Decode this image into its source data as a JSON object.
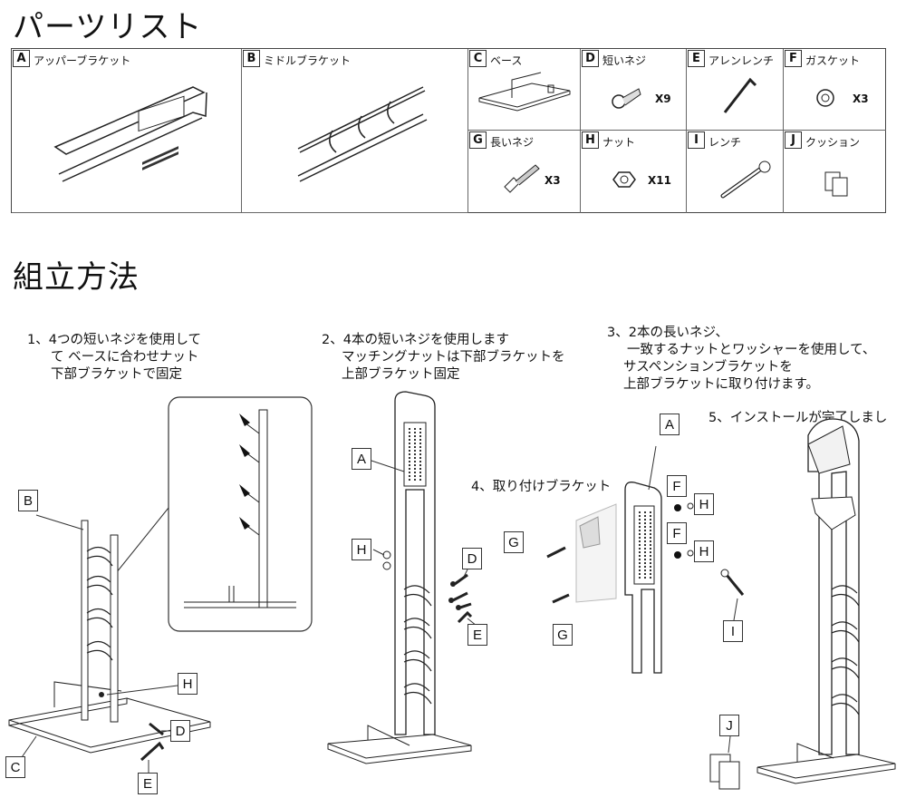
{
  "titles": {
    "parts_list": "パーツリスト",
    "assembly": "組立方法"
  },
  "parts": [
    {
      "code": "A",
      "name": "アッパーブラケット",
      "qty": ""
    },
    {
      "code": "B",
      "name": "ミドルブラケット",
      "qty": ""
    },
    {
      "code": "C",
      "name": "ベース",
      "qty": ""
    },
    {
      "code": "D",
      "name": "短いネジ",
      "qty": "X9"
    },
    {
      "code": "E",
      "name": "アレンレンチ",
      "qty": ""
    },
    {
      "code": "F",
      "name": "ガスケット",
      "qty": "X3"
    },
    {
      "code": "G",
      "name": "長いネジ",
      "qty": "X3"
    },
    {
      "code": "H",
      "name": "ナット",
      "qty": "X11"
    },
    {
      "code": "I",
      "name": "レンチ",
      "qty": ""
    },
    {
      "code": "J",
      "name": "クッション",
      "qty": ""
    }
  ],
  "steps": {
    "s1": [
      "1、4つの短いネジを使用して",
      "て ベースに合わせナット",
      "下部ブラケットで固定"
    ],
    "s2": [
      "2、4本の短いネジを使用します",
      "マッチングナットは下部ブラケットを",
      "上部ブラケット固定"
    ],
    "s3": [
      "3、2本の長いネジ、",
      "一致するナットとワッシャーを使用して、",
      "サスペンションブラケットを",
      "上部ブラケットに取り付けます。"
    ],
    "s4": [
      "4、取り付けブラケット"
    ],
    "s5": [
      "5、インストールが完了しまし"
    ]
  },
  "callouts": {
    "c1": [
      "B",
      "H",
      "D",
      "E",
      "C"
    ],
    "c2": [
      "A",
      "H",
      "D",
      "E"
    ],
    "c3": [
      "G",
      "G",
      "A",
      "F",
      "H",
      "F",
      "H",
      "I"
    ],
    "c5": [
      "J"
    ]
  }
}
